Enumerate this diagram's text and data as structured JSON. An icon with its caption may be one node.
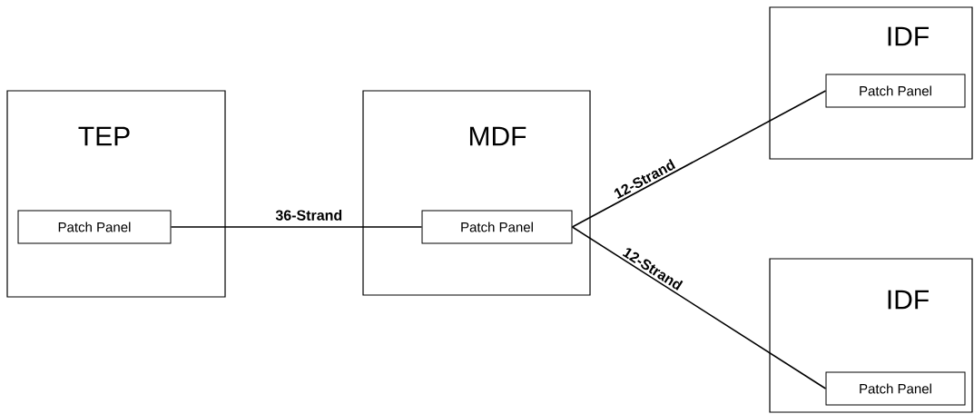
{
  "diagram": {
    "nodes": [
      {
        "text": [
          "TEP"
        ]
      },
      {
        "text": [
          "Patch Panel"
        ],
        "in": 0
      },
      {
        "text": [
          "MDF"
        ]
      },
      {
        "text": [
          "Patch Panel"
        ],
        "in": 2
      },
      {
        "text": [
          "IDF"
        ]
      },
      {
        "text": [
          "Patch Panel"
        ],
        "in": 4
      },
      {
        "text": [
          "IDF"
        ]
      },
      {
        "text": [
          "Patch Panel"
        ],
        "in": 6
      }
    ],
    "edges": [
      {
        "from": 1,
        "to": 3,
        "arrow": "none",
        "label": "36-Strand"
      },
      {
        "from": 3,
        "to": 5,
        "arrow": "none",
        "label": "12-Strand"
      },
      {
        "from": 3,
        "to": 7,
        "arrow": "none",
        "label": "12-Strand"
      }
    ]
  }
}
